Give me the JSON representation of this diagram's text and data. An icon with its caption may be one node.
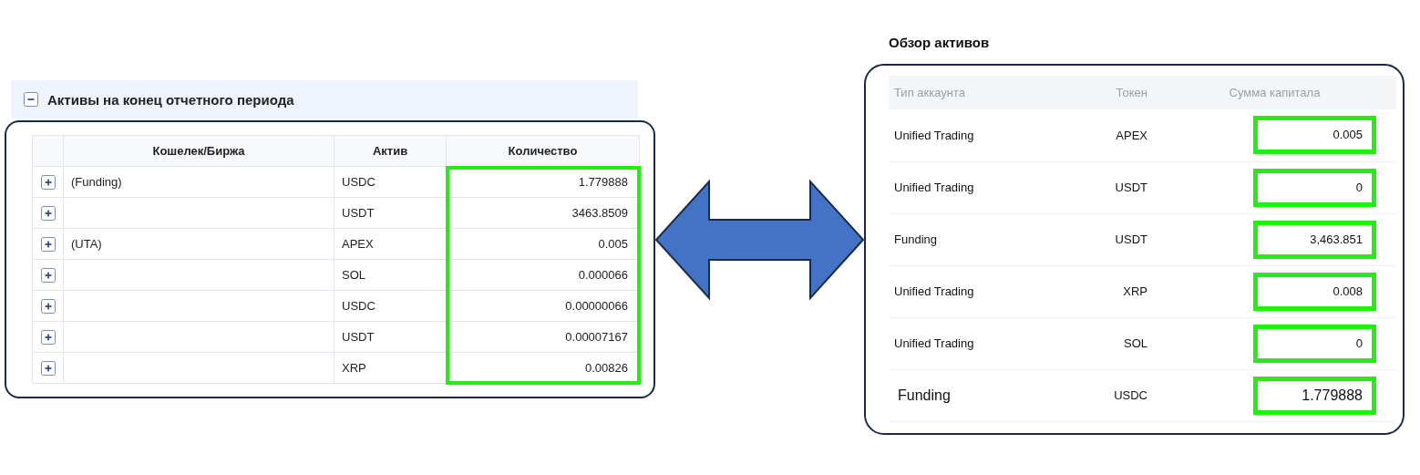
{
  "diagram": {
    "nodes": [
      {
        "text": [
          "Активы на конец отчетного периода"
        ]
      },
      {
        "text": [
          "Обзор активов"
        ]
      }
    ],
    "edges": [
      {
        "from": 0,
        "to": 1,
        "arrow": "both"
      }
    ],
    "labels": [
      "Кошелек/Биржа",
      "Актив",
      "Количество",
      "(Funding)",
      "USDC",
      "1.779888",
      "USDT",
      "3463.8509",
      "(UTA)",
      "APEX",
      "0.005",
      "SOL",
      "0.000066",
      "USDC",
      "0.00000066",
      "USDT",
      "0.00007167",
      "XRP",
      "0.00826",
      "Тип аккаунта",
      "Токен",
      "Сумма капитала",
      "Unified Trading",
      "APEX",
      "0.005",
      "Unified Trading",
      "USDT",
      "0",
      "Funding",
      "USDT",
      "3,463.851",
      "Unified Trading",
      "XRP",
      "0.008",
      "Unified Trading",
      "SOL",
      "0",
      "Funding",
      "USDC",
      "1.779888"
    ]
  }
}
